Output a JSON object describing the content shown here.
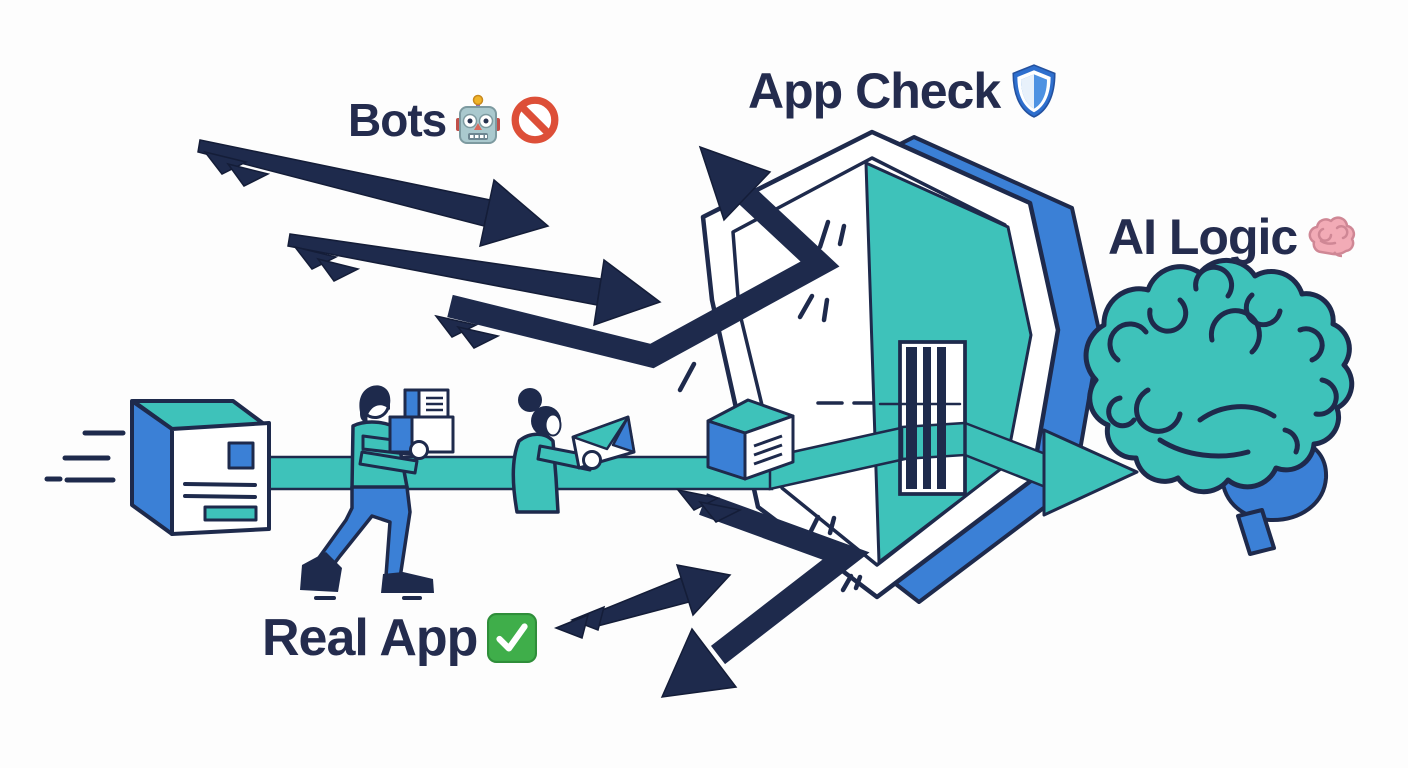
{
  "labels": {
    "bots": "Bots",
    "app_check": "App Check",
    "ai_logic": "AI Logic",
    "real_app": "Real App"
  },
  "icons": {
    "bots": [
      "robot-icon",
      "no-entry-icon"
    ],
    "app_check": [
      "shield-icon"
    ],
    "ai_logic": [
      "brain-icon"
    ],
    "real_app": [
      "check-icon"
    ]
  },
  "colors": {
    "background": "#fdfdfd",
    "text": "#242c4e",
    "navy": "#1e2a4c",
    "teal": "#3ec2ba",
    "blue": "#3b80d6",
    "red": "#dd4f38",
    "green": "#3fae4a",
    "pink": "#f2abb6",
    "icon_blue": "#2e6fce"
  }
}
